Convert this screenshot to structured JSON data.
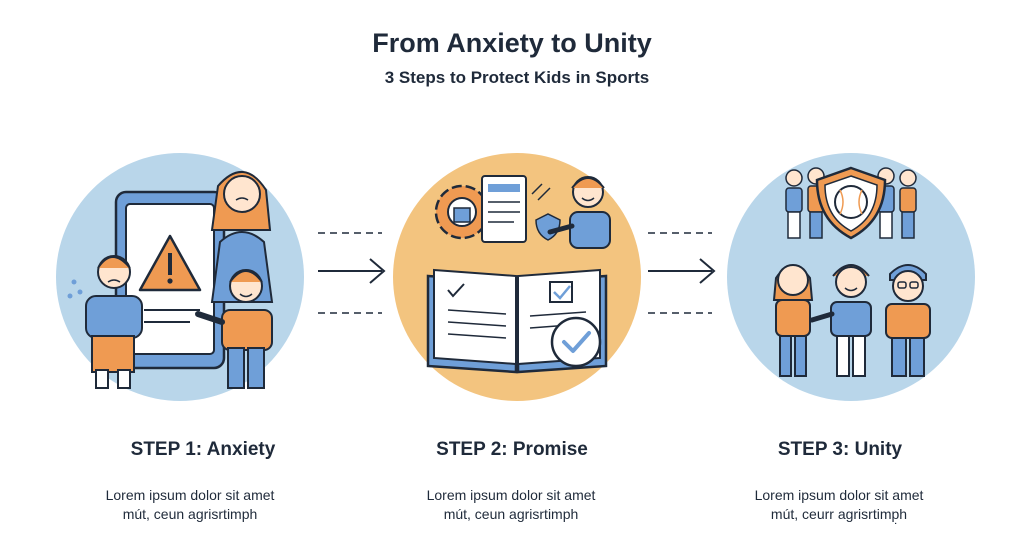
{
  "header": {
    "title": "From Anxiety to Unity",
    "subtitle": "3 Steps to Protect Kids in Sports"
  },
  "steps": [
    {
      "label": "STEP 1: Anxiety",
      "desc_line1": "Lorem ipsum dolor sit amet",
      "desc_line2": "mút, ceun agrisrtimph",
      "icon": "warning-phone-family-icon"
    },
    {
      "label": "STEP 2: Promise",
      "desc_line1": "Lorem ipsum dolor sit amet",
      "desc_line2": "mút, ceun agrisrtimph",
      "icon": "rulebook-checklist-icon"
    },
    {
      "label": "STEP 3: Unity",
      "desc_line1": "Lorem ipsum dolor sit amet",
      "desc_line2": "mút, ceurr agrisrtimp̣h",
      "icon": "team-shield-icon"
    }
  ],
  "colors": {
    "step1_circle": "#b9d6ea",
    "step2_circle": "#f3c47f",
    "step3_circle": "#b9d6ea",
    "blue": "#6f9fd8",
    "orange": "#ef9a52",
    "ink": "#1f2a3a"
  }
}
